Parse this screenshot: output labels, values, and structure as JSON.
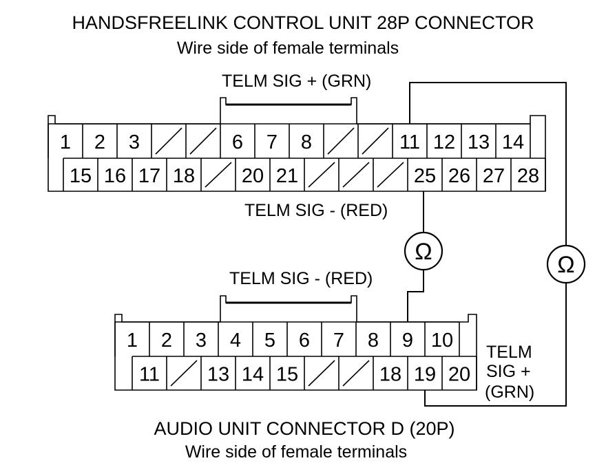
{
  "top_connector": {
    "title": "HANDSFREELINK CONTROL UNIT 28P CONNECTOR",
    "subtitle": "Wire side of female terminals",
    "row1": [
      "1",
      "2",
      "3",
      "/",
      "/",
      "6",
      "7",
      "8",
      "/",
      "/",
      "11",
      "12",
      "13",
      "14"
    ],
    "row2": [
      "15",
      "16",
      "17",
      "18",
      "/",
      "20",
      "21",
      "/",
      "/",
      "/",
      "25",
      "26",
      "27",
      "28"
    ]
  },
  "bottom_connector": {
    "title": "AUDIO UNIT CONNECTOR D (20P)",
    "subtitle": "Wire side of female terminals",
    "row1": [
      "1",
      "2",
      "3",
      "4",
      "5",
      "6",
      "7",
      "8",
      "9",
      "10"
    ],
    "row2": [
      "11",
      "/",
      "13",
      "14",
      "15",
      "/",
      "/",
      "18",
      "19",
      "20"
    ]
  },
  "labels": {
    "top_sig_plus": "TELM SIG +  (GRN)",
    "top_sig_minus": "TELM SIG -  (RED)",
    "bottom_sig_minus": "TELM SIG -  (RED)",
    "bottom_sig_plus": [
      "TELM",
      "SIG +",
      "(GRN)"
    ]
  },
  "meters": {
    "left_symbol": "Ω",
    "right_symbol": "Ω"
  }
}
